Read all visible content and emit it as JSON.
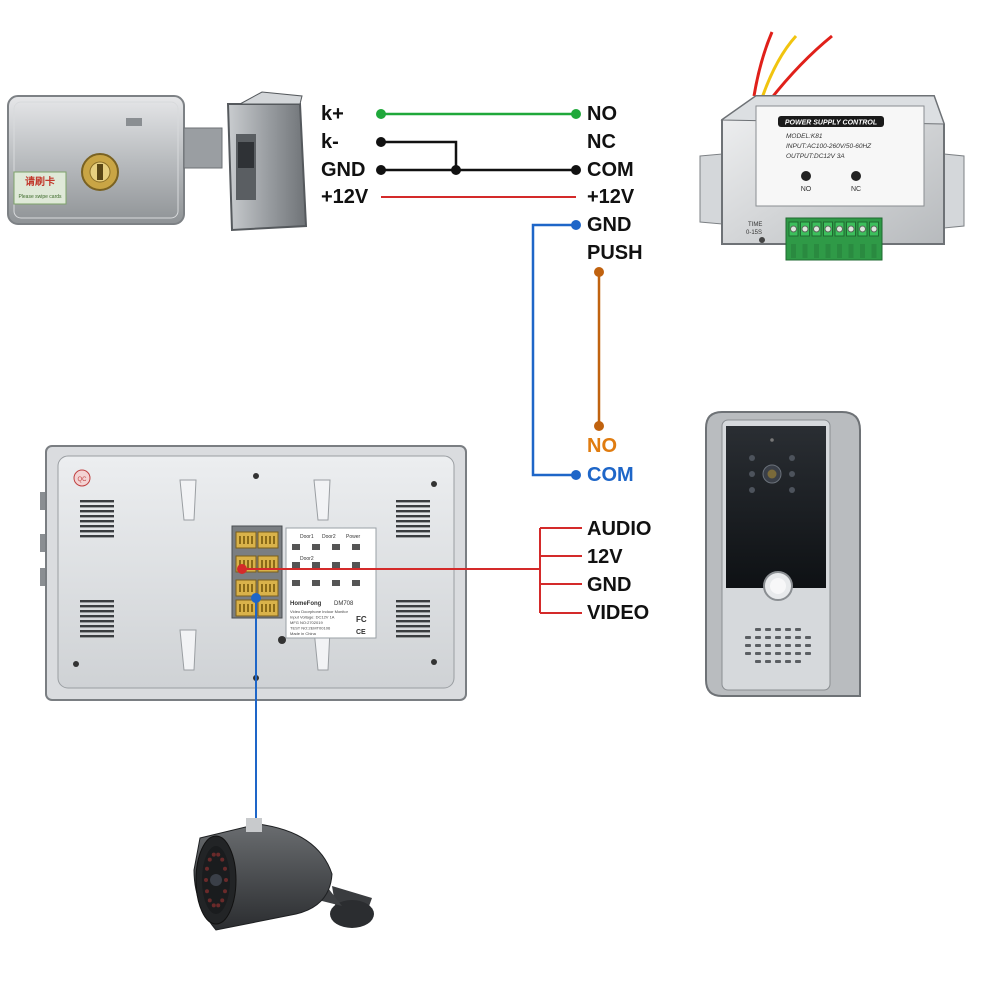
{
  "lock": {
    "plate_label": "请刷卡",
    "plate_sub": "Please swipe cards",
    "terminals": [
      "k+",
      "k-",
      "GND",
      "+12V"
    ]
  },
  "psu": {
    "title": "POWER SUPPLY CONTROL",
    "model": "MODEL:K81",
    "input": "INPUT:AC100-260V/50-60HZ",
    "output": "OUTPUT:DC12V 3A",
    "btn_no": "NO",
    "btn_nc": "NC",
    "time_label": "TIME",
    "time_range": "0-15S",
    "terminals": [
      "NO",
      "NC",
      "COM",
      "+12V",
      "GND",
      "PUSH"
    ]
  },
  "doorbell": {
    "terminals": [
      "NO",
      "COM"
    ]
  },
  "monitor": {
    "qc_label": "QC",
    "brand": "HomeFong",
    "model": "DM708",
    "sticker_lines": [
      "Video Doorphone Indoor Monitor",
      "Input Voltage: DC12V 1A",
      "MFG NO:2702019",
      "TEST NO:2EMT00106",
      "Made in China"
    ],
    "port_labels": [
      "Door1",
      "Door2",
      "Door2",
      "Power"
    ],
    "video_terminals": [
      "AUDIO",
      "12V",
      "GND",
      "VIDEO"
    ]
  },
  "colors": {
    "green": "#1fa83a",
    "black": "#111111",
    "red": "#d42a2a",
    "blue": "#1e66c8",
    "orange": "#c0620f"
  }
}
